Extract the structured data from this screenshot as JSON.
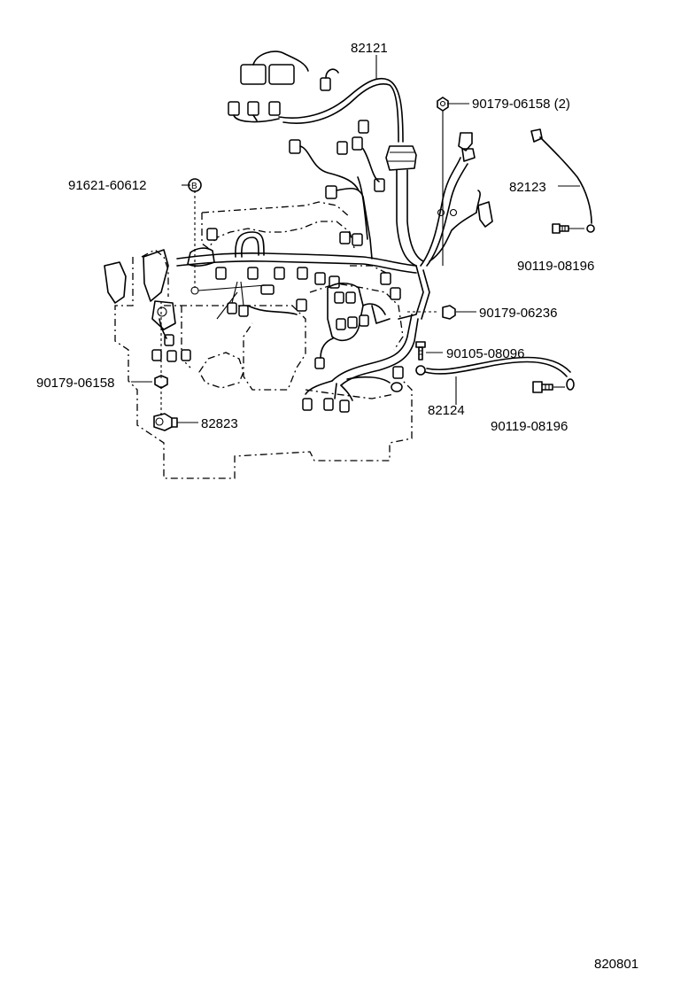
{
  "parts": {
    "p82121": "82121",
    "p90179_06158_2": "90179-06158 (2)",
    "p82123": "82123",
    "p91621_60612": "91621-60612",
    "p90119_08196_a": "90119-08196",
    "p90179_06236": "90179-06236",
    "p90105_08096": "90105-08096",
    "p90179_06158": "90179-06158",
    "p82124": "82124",
    "p82823": "82823",
    "p90119_08196_b": "90119-08196"
  },
  "diagram_code": "820801"
}
